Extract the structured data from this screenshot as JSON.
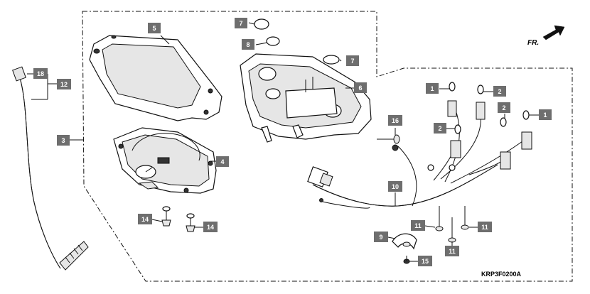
{
  "diagram_code": "KRP3F0200A",
  "direction_label": "FR.",
  "callouts": [
    {
      "id": "c18",
      "label": "18"
    },
    {
      "id": "c12",
      "label": "12"
    },
    {
      "id": "c3",
      "label": "3"
    },
    {
      "id": "c5",
      "label": "5"
    },
    {
      "id": "c7a",
      "label": "7"
    },
    {
      "id": "c8",
      "label": "8"
    },
    {
      "id": "c7b",
      "label": "7"
    },
    {
      "id": "c6",
      "label": "6"
    },
    {
      "id": "c16",
      "label": "16"
    },
    {
      "id": "c4",
      "label": "4"
    },
    {
      "id": "c14a",
      "label": "14"
    },
    {
      "id": "c14b",
      "label": "14"
    },
    {
      "id": "c1a",
      "label": "1"
    },
    {
      "id": "c2a",
      "label": "2"
    },
    {
      "id": "c2b",
      "label": "2"
    },
    {
      "id": "c1b",
      "label": "1"
    },
    {
      "id": "c2c",
      "label": "2"
    },
    {
      "id": "c10",
      "label": "10"
    },
    {
      "id": "c11a",
      "label": "11"
    },
    {
      "id": "c11b",
      "label": "11"
    },
    {
      "id": "c11c",
      "label": "11"
    },
    {
      "id": "c9",
      "label": "9"
    },
    {
      "id": "c15",
      "label": "15"
    }
  ]
}
